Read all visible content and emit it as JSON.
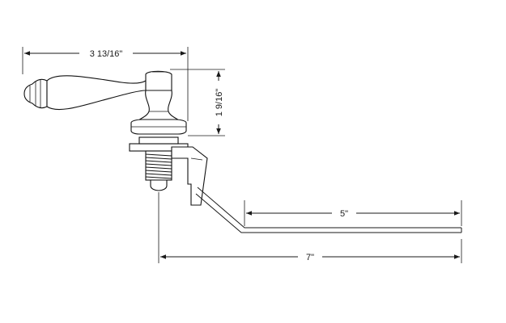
{
  "dimensions": {
    "overall_width": "3 13/16\"",
    "handle_height": "1 9/16\"",
    "arm_length": "5\"",
    "total_length": "7\""
  },
  "colors": {
    "ink": "#1a1a1a",
    "background": "#ffffff"
  }
}
